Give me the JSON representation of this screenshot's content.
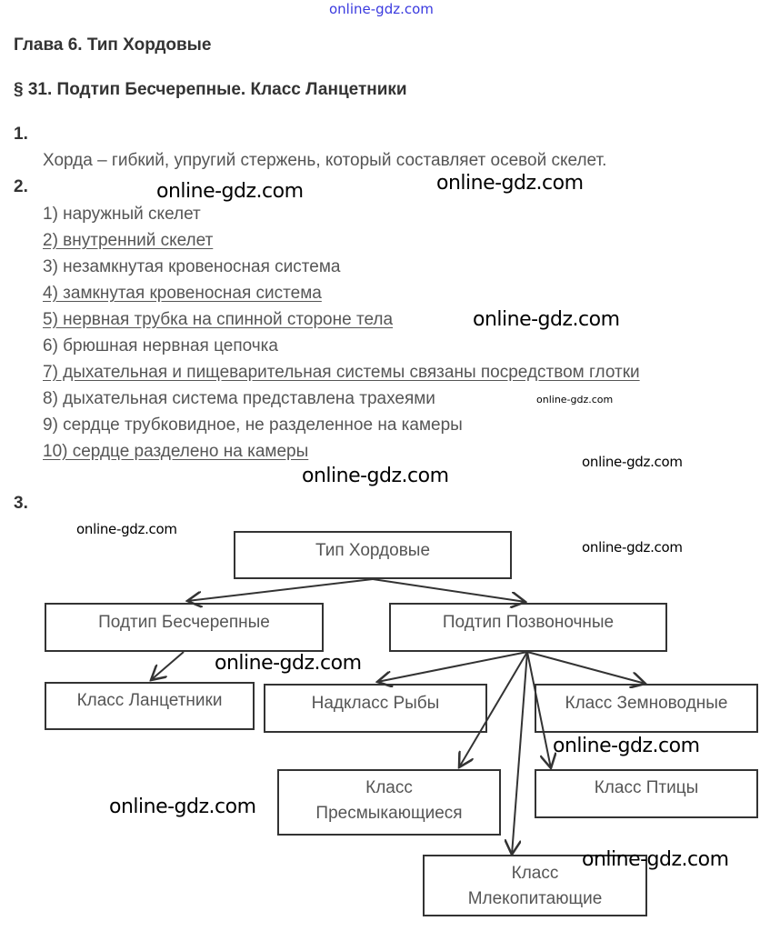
{
  "watermark": "online-gdz.com",
  "chapter_title": "Глава 6. Тип Хордовые",
  "section_title": "§ 31. Подтип Бесчерепные. Класс Ланцетники",
  "task1": {
    "number": "1.",
    "answer": "Хорда – гибкий, упругий стержень, который составляет осевой скелет."
  },
  "task2": {
    "number": "2.",
    "items": [
      {
        "text": "1) наружный скелет",
        "underlined": false
      },
      {
        "text": "2) внутренний скелет",
        "underlined": true
      },
      {
        "text": "3) незамкнутая кровеносная система",
        "underlined": false
      },
      {
        "text": "4) замкнутая кровеносная система",
        "underlined": true
      },
      {
        "text": "5) нервная трубка на спинной стороне тела",
        "underlined": true
      },
      {
        "text": "6) брюшная нервная цепочка",
        "underlined": false
      },
      {
        "text": "7) дыхательная и пищеварительная системы связаны посредством глотки",
        "underlined": true
      },
      {
        "text": "8) дыхательная система представлена трахеями",
        "underlined": false
      },
      {
        "text": "9) сердце трубковидное, не разделенное на камеры",
        "underlined": false
      },
      {
        "text": "10) сердце разделено на камеры",
        "underlined": true
      }
    ]
  },
  "task3": {
    "number": "3.",
    "nodes": {
      "root": "Тип Хордовые",
      "acrania": "Подтип Бесчерепные",
      "vertebrata": "Подтип Позвоночные",
      "lancelets": "Класс Ланцетники",
      "fish": "Надкласс Рыбы",
      "amphibians": "Класс Земноводные",
      "reptiles_1": "Класс",
      "reptiles_2": "Пресмыкающиеся",
      "birds": "Класс Птицы",
      "mammals_1": "Класс",
      "mammals_2": "Млекопитающие"
    }
  }
}
